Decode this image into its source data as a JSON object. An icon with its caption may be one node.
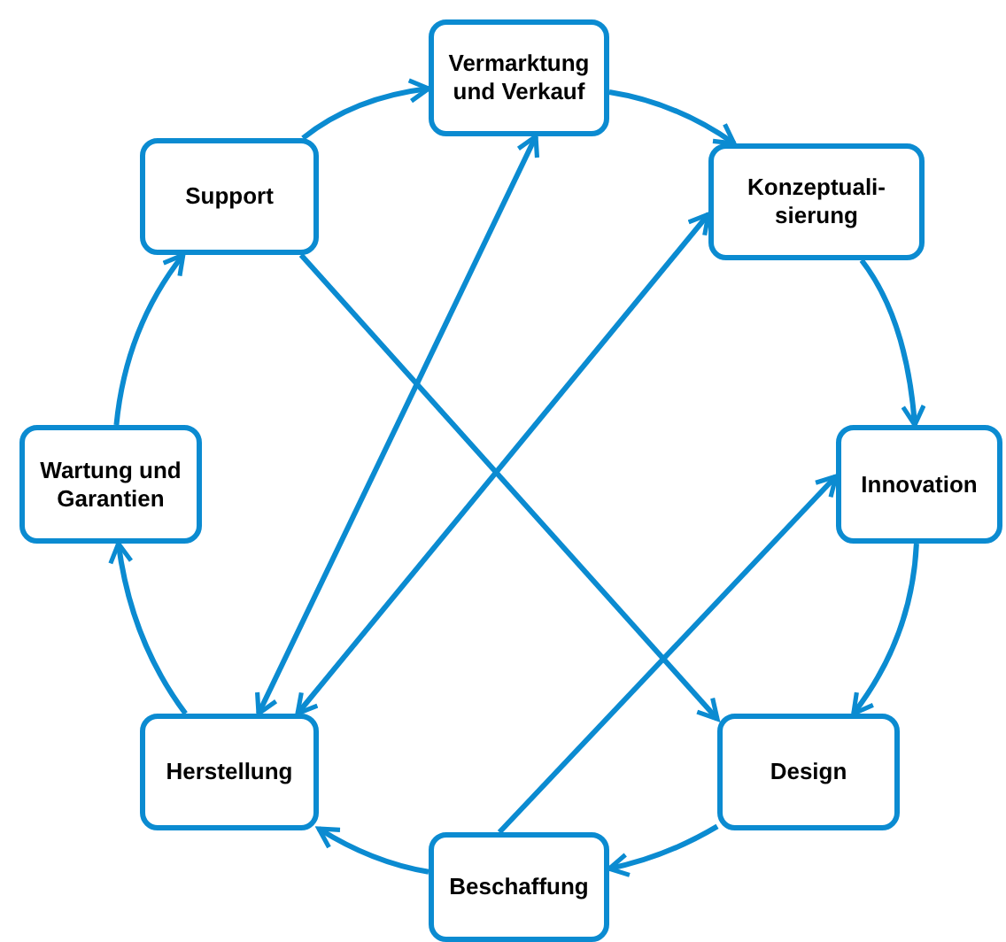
{
  "diagram": {
    "nodes": [
      {
        "text": [
          "Vermarktung und Verkauf"
        ]
      },
      {
        "text": [
          "Konzeptuali- sierung"
        ]
      },
      {
        "text": [
          "Innovation"
        ]
      },
      {
        "text": [
          "Design"
        ]
      },
      {
        "text": [
          "Beschaffung"
        ]
      },
      {
        "text": [
          "Herstellung"
        ]
      },
      {
        "text": [
          "Wartung und Garantien"
        ]
      },
      {
        "text": [
          "Support"
        ]
      }
    ],
    "edges": [
      {
        "from": 7,
        "to": 0,
        "arrow": "to"
      },
      {
        "from": 0,
        "to": 1,
        "arrow": "to"
      },
      {
        "from": 1,
        "to": 2,
        "arrow": "to"
      },
      {
        "from": 2,
        "to": 3,
        "arrow": "to"
      },
      {
        "from": 3,
        "to": 4,
        "arrow": "to"
      },
      {
        "from": 4,
        "to": 5,
        "arrow": "to"
      },
      {
        "from": 5,
        "to": 6,
        "arrow": "to"
      },
      {
        "from": 6,
        "to": 7,
        "arrow": "to"
      },
      {
        "from": 5,
        "to": 0,
        "arrow": "both"
      },
      {
        "from": 5,
        "to": 1,
        "arrow": "both"
      },
      {
        "from": 7,
        "to": 3,
        "arrow": "to"
      },
      {
        "from": 4,
        "to": 2,
        "arrow": "to"
      }
    ]
  }
}
